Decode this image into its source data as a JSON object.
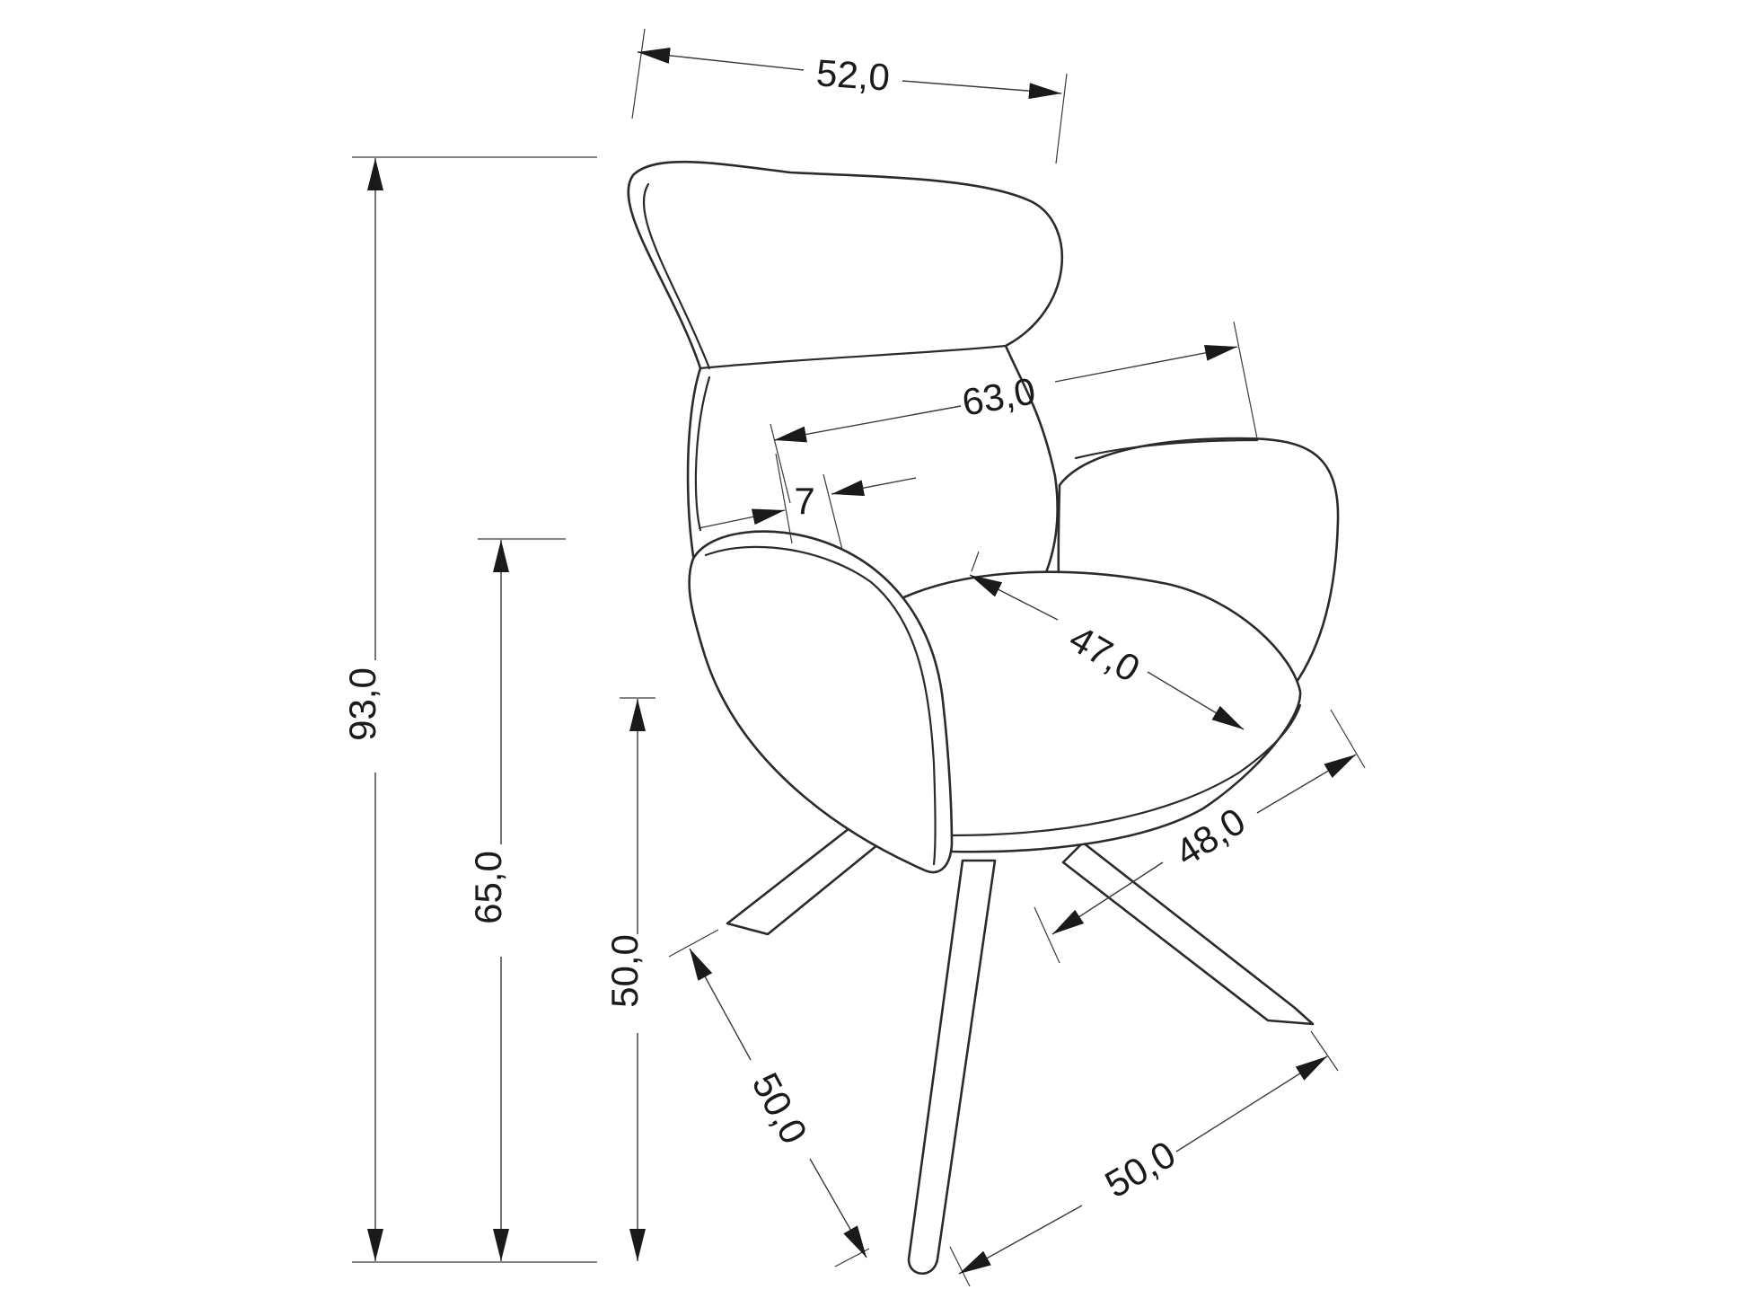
{
  "drawing": {
    "subject": "armchair",
    "line_color": "#2b2b2b",
    "dimension_color": "#1a1a1a",
    "dimensions": {
      "top_width": "52,0",
      "total_height": "93,0",
      "armrest_height": "65,0",
      "seat_height": "50,0",
      "depth": "63,0",
      "armrest_width": "7",
      "seat_depth": "47,0",
      "seat_width": "48,0",
      "base_depth": "50,0",
      "base_width": "50,0"
    }
  }
}
